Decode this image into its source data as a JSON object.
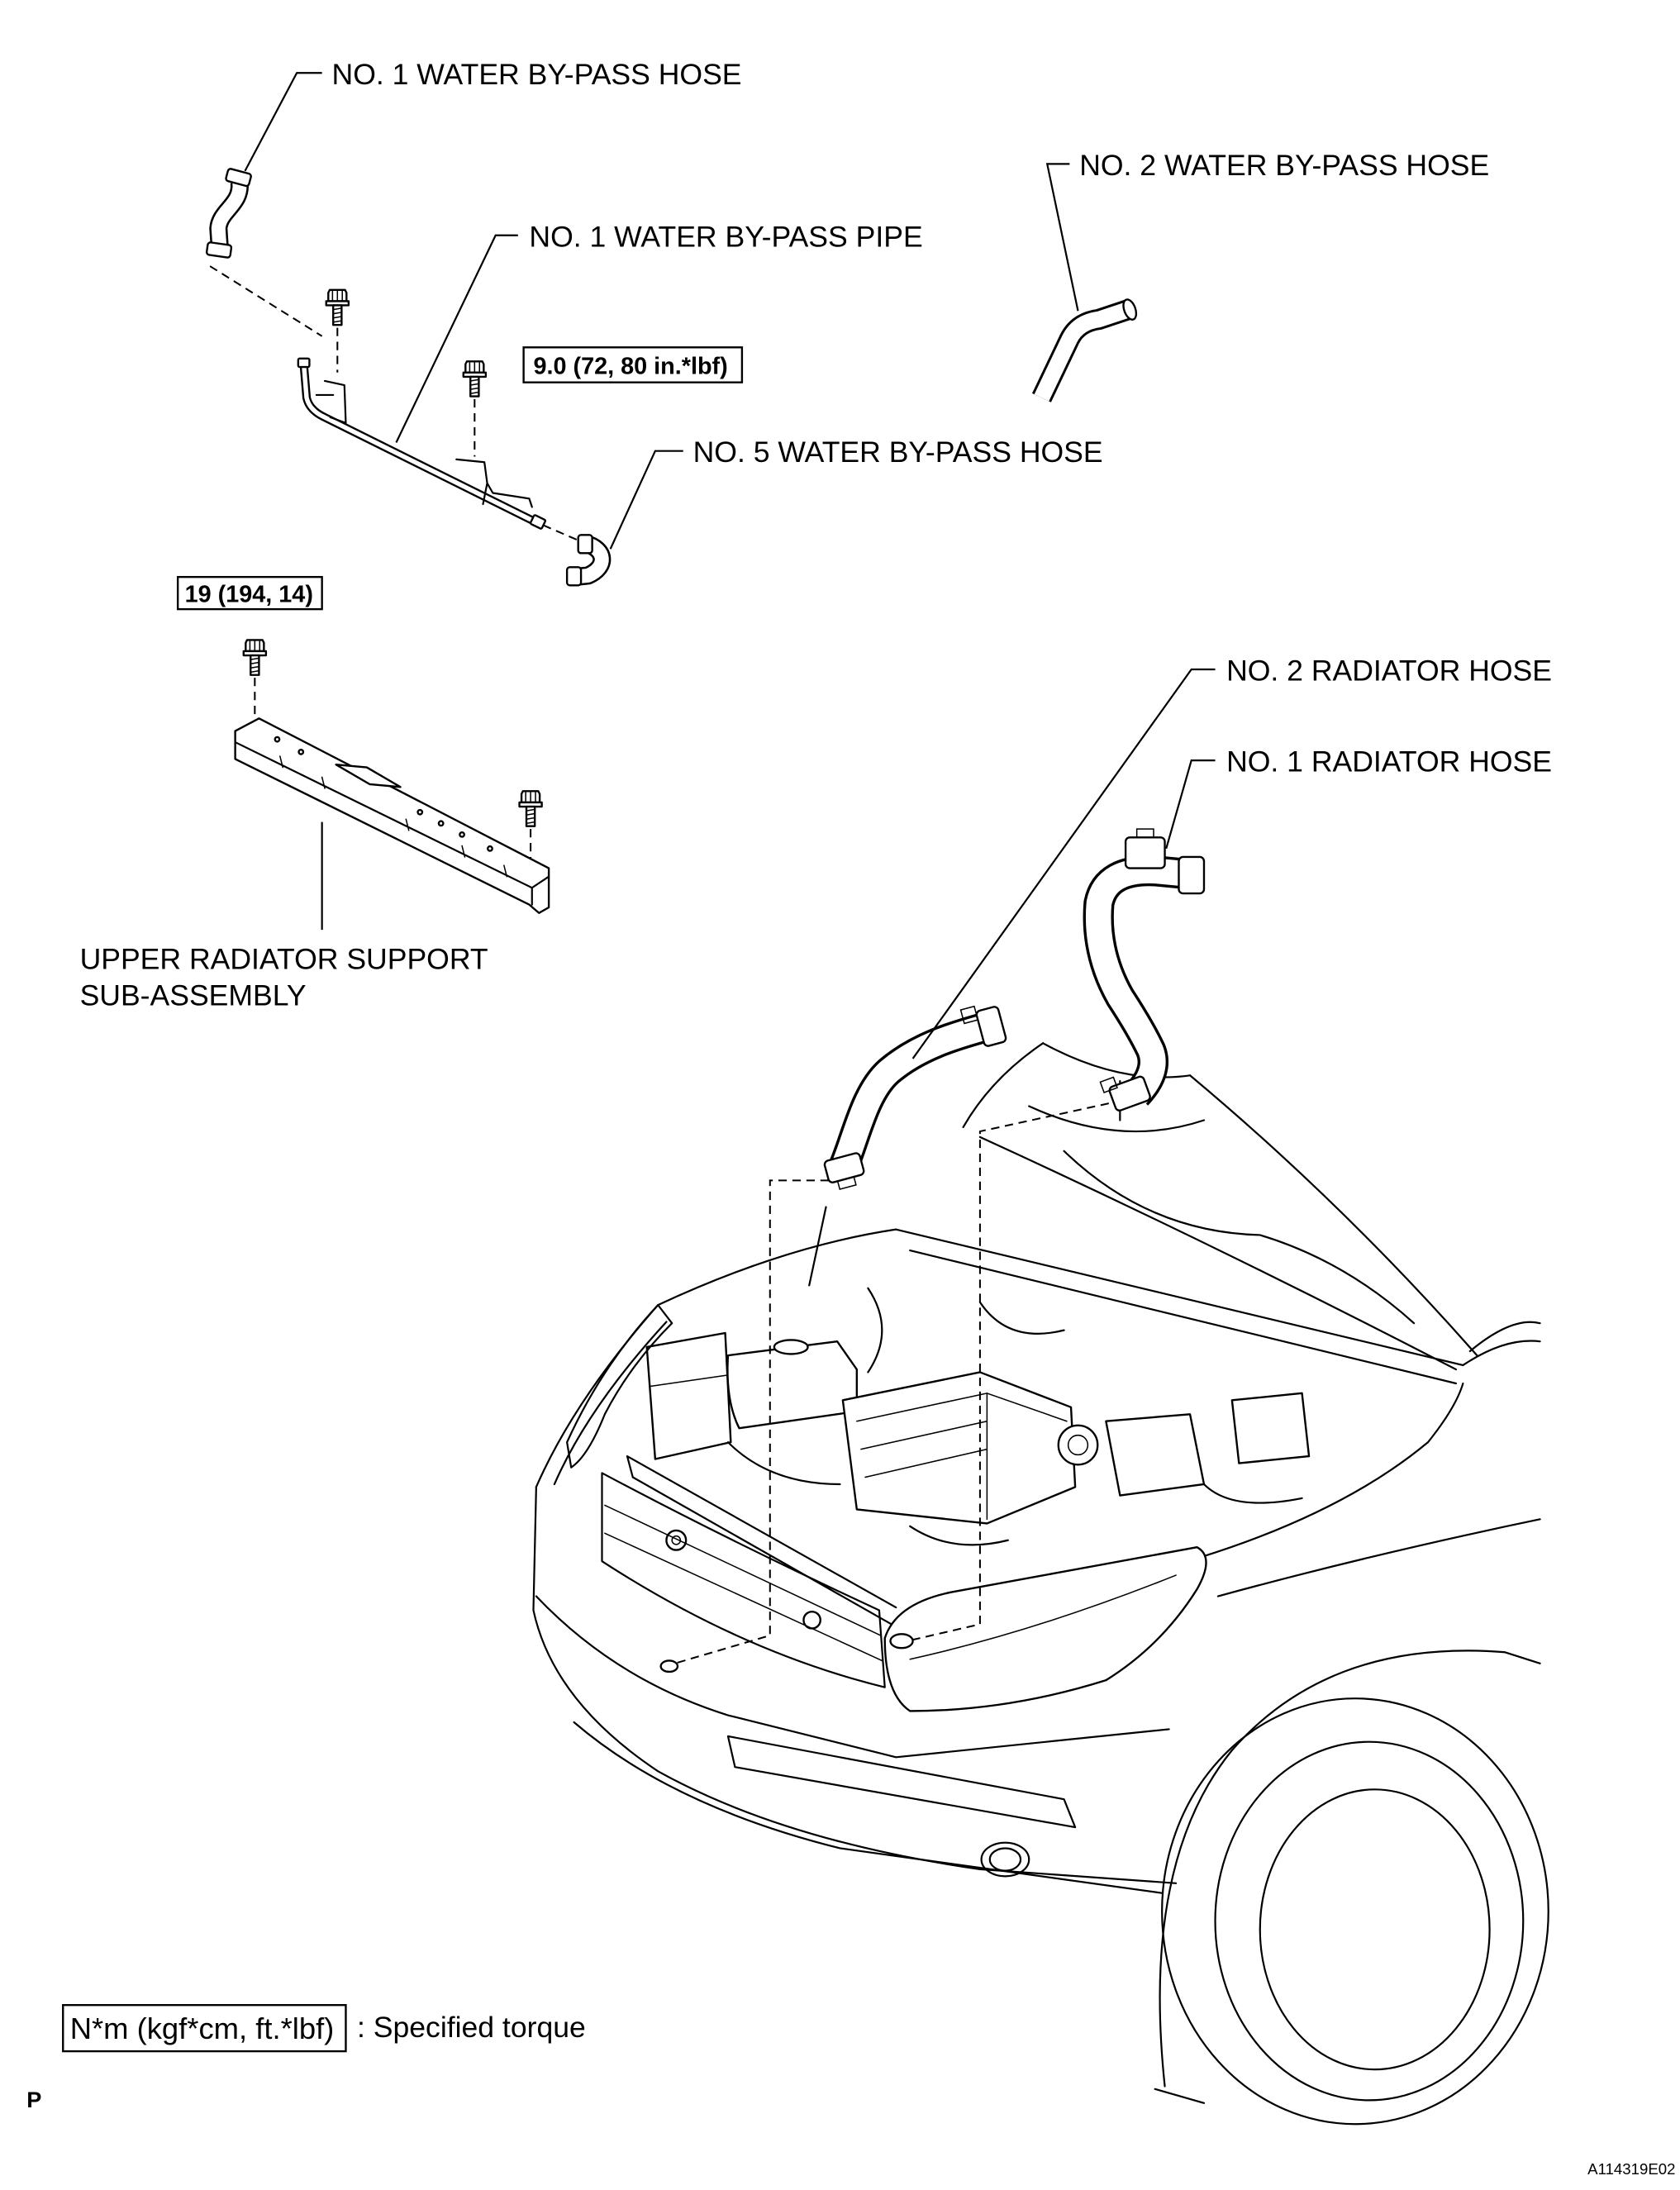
{
  "labels": {
    "no1_water_bypass_hose": "NO. 1 WATER BY-PASS HOSE",
    "no2_water_bypass_hose": "NO. 2 WATER BY-PASS HOSE",
    "no1_water_bypass_pipe": "NO. 1 WATER BY-PASS PIPE",
    "no5_water_bypass_hose": "NO. 5 WATER BY-PASS HOSE",
    "no2_radiator_hose": "NO. 2 RADIATOR HOSE",
    "no1_radiator_hose": "NO. 1 RADIATOR HOSE",
    "upper_radiator_support": [
      "UPPER RADIATOR SUPPORT",
      "SUB-ASSEMBLY"
    ]
  },
  "torque": {
    "pipe_bolt": "9.0 (72, 80 in.*lbf)",
    "support_bolt": "19 (194, 14)"
  },
  "legend": {
    "box_text": "N*m (kgf*cm, ft.*lbf)",
    "description": ": Specified torque"
  },
  "page_marker": "P",
  "figure_id": "A114319E02",
  "colors": {
    "line": "#000000",
    "background": "#ffffff"
  }
}
